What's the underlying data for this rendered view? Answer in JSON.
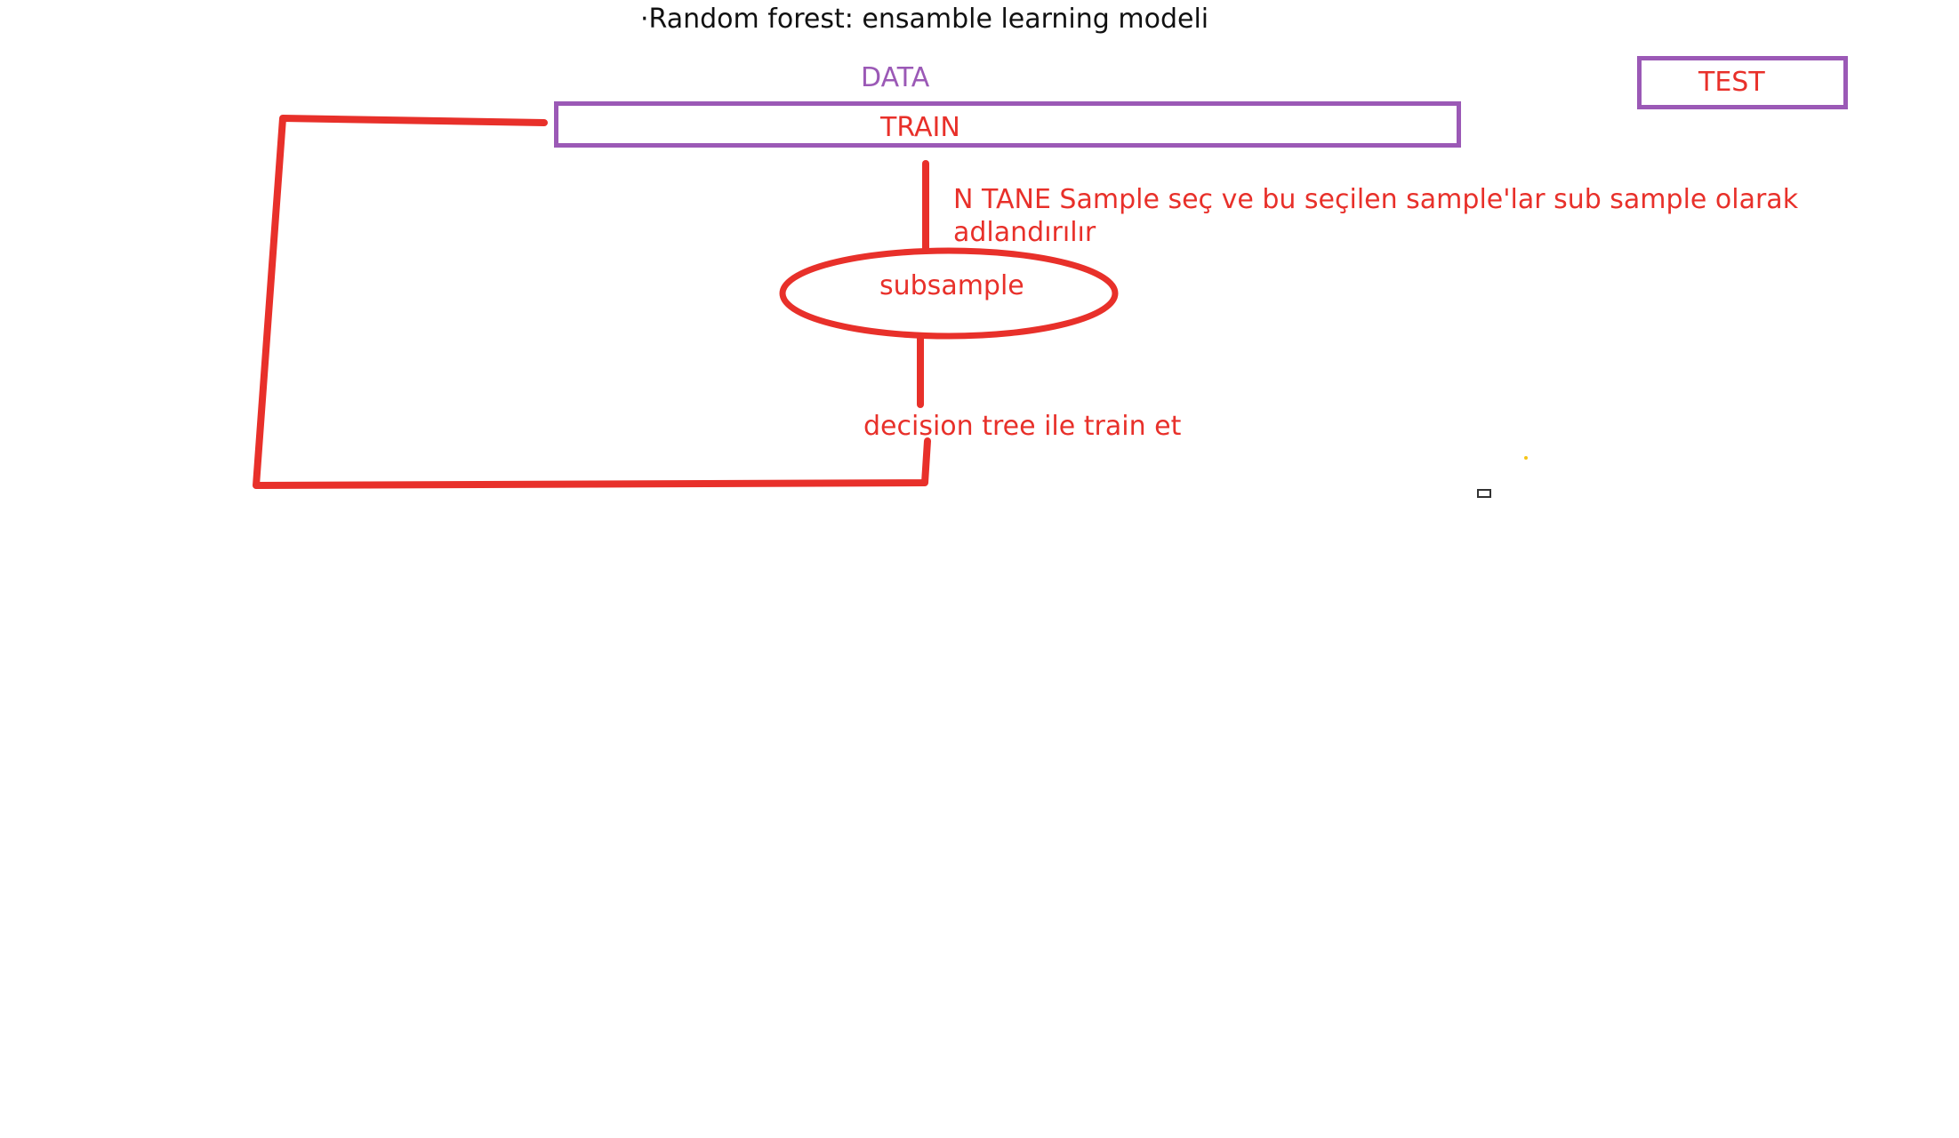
{
  "diagram": {
    "title": "·Random forest: ensamble learning modeli",
    "data_label": "DATA",
    "train_label": "TRAIN",
    "test_label": "TEST",
    "sampling_note": "N TANE Sample seç ve bu seçilen sample'lar sub sample olarak adlandırılır",
    "subsample_label": "subsample",
    "decision_label": "decision tree ile train et"
  },
  "colors": {
    "purple": "#9b59b6",
    "red": "#e8302a",
    "text_black": "#111111"
  }
}
